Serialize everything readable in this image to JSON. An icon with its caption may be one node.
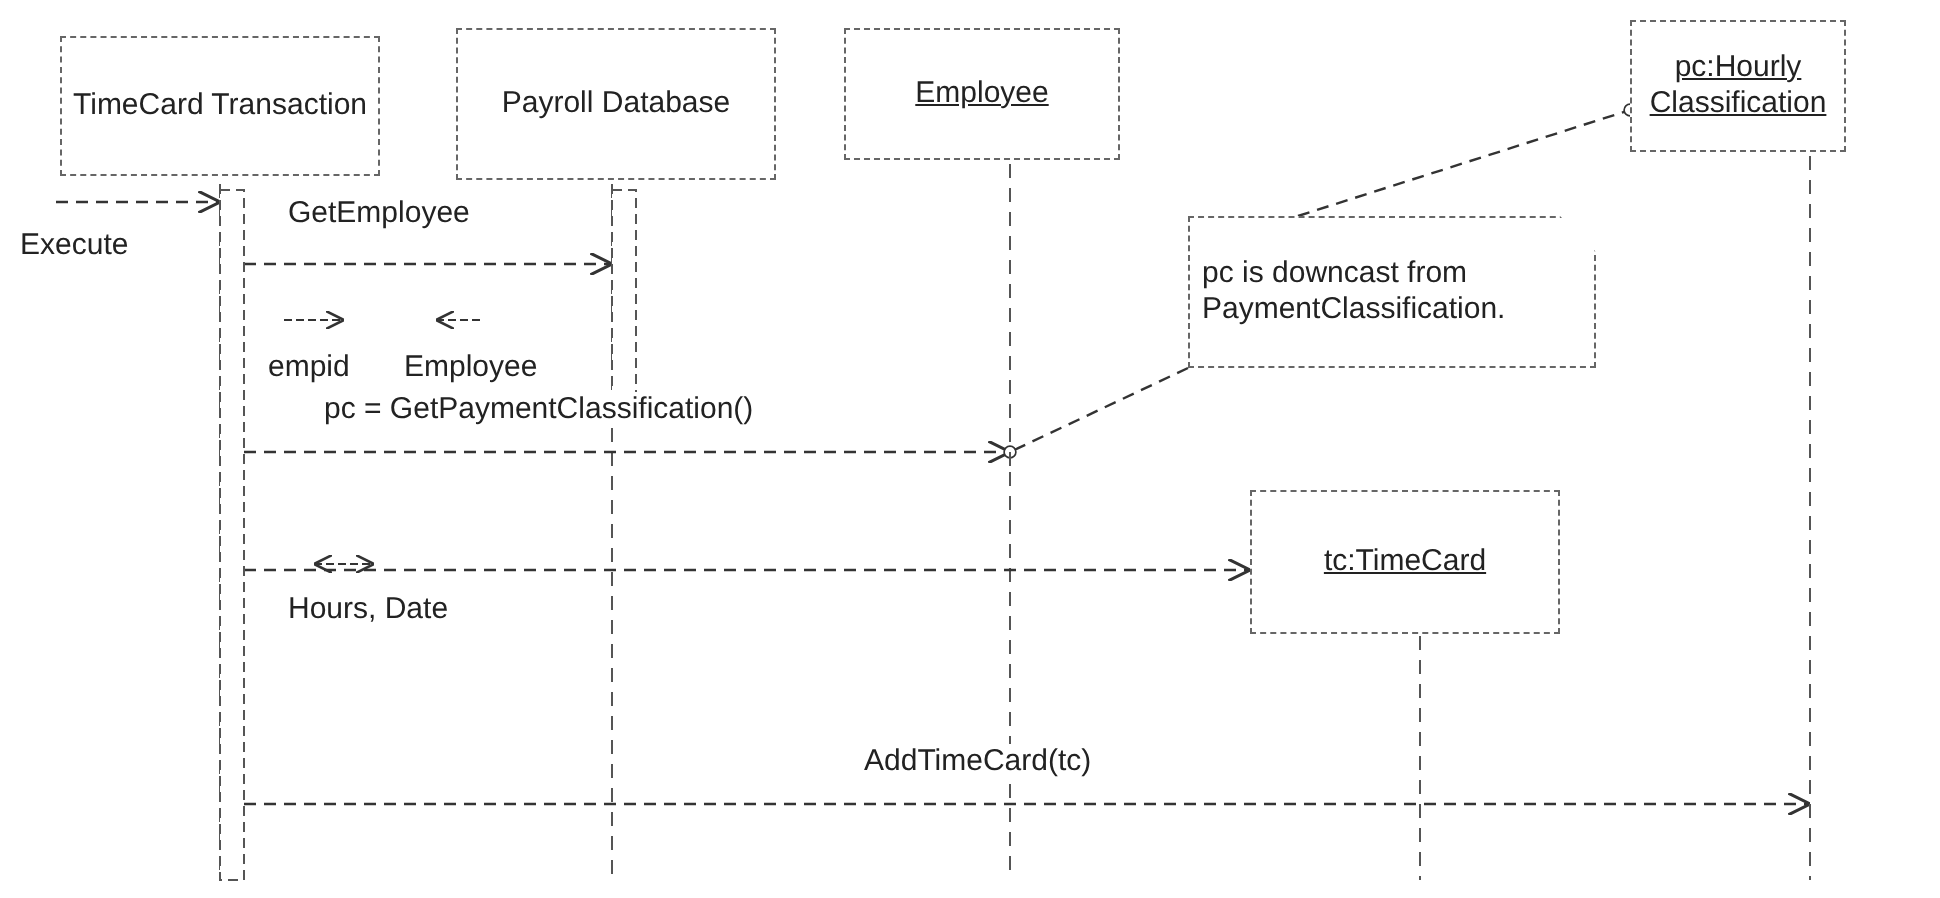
{
  "diagram": {
    "nodes": [
      {
        "text": [
          "TimeCard Transaction"
        ]
      },
      {
        "text": [
          "Payroll Database"
        ]
      },
      {
        "text": [
          "Employee"
        ]
      },
      {
        "text": [
          "pc:Hourly Classification"
        ]
      },
      {
        "text": [
          "pc is downcast from PaymentClassification."
        ]
      },
      {
        "text": [
          "tc:TimeCard"
        ]
      }
    ],
    "edges": [
      {
        "from": null,
        "to": 0,
        "arrow": "to",
        "label": "Execute",
        "style": "dashed"
      },
      {
        "from": 0,
        "to": 1,
        "arrow": "to",
        "label": "GetEmployee",
        "style": "dashed"
      },
      {
        "from": 0,
        "to": 2,
        "arrow": "to",
        "label": "pc = GetPaymentClassification()",
        "style": "dashed"
      },
      {
        "from": 4,
        "to": 3,
        "arrow": "other",
        "style": "dashed"
      },
      {
        "from": 4,
        "to": 2,
        "arrow": "other",
        "style": "dashed"
      },
      {
        "from": 0,
        "to": 5,
        "arrow": "to",
        "style": "dashed"
      },
      {
        "from": 0,
        "to": 3,
        "arrow": "to",
        "label": "AddTimeCard(tc)",
        "style": "dashed"
      }
    ],
    "labels": [
      "empid",
      "Employee",
      "Hours, Date"
    ]
  }
}
